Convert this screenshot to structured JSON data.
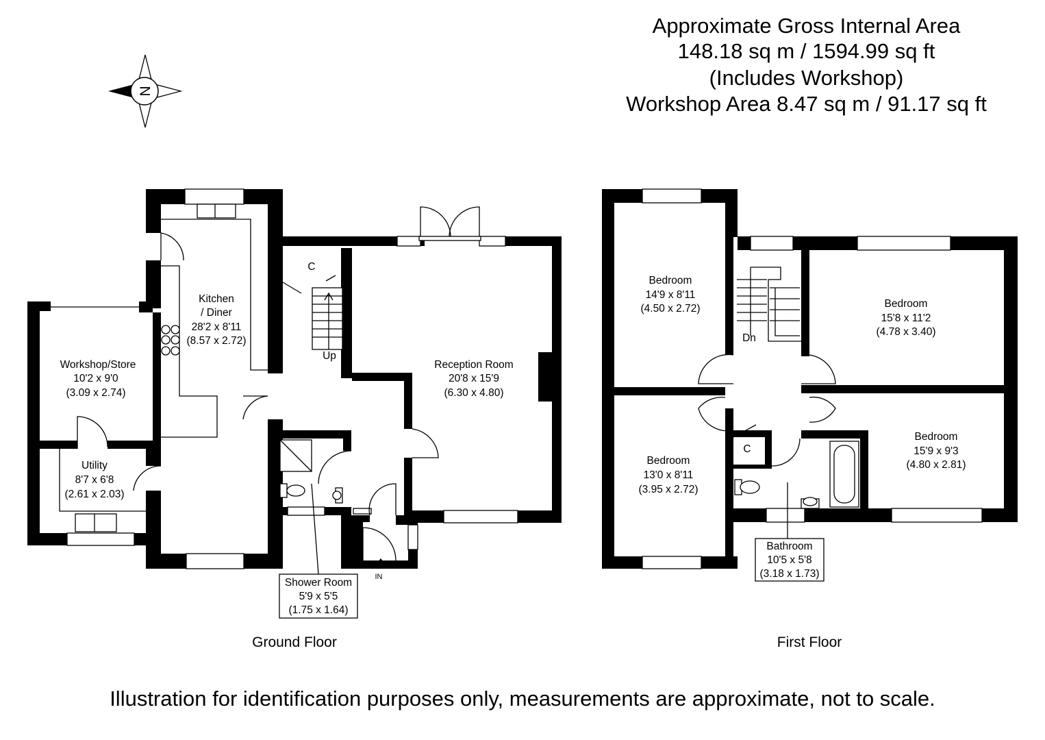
{
  "area_summary": {
    "line1": "Approximate Gross Internal Area",
    "line2": "148.18 sq m / 1594.99 sq ft",
    "line3": "(Includes Workshop)",
    "line4": "Workshop Area 8.47 sq m / 91.17 sq ft"
  },
  "compass": {
    "label": "N"
  },
  "ground_floor": {
    "title": "Ground Floor",
    "entrance": "IN",
    "stairs": "Up",
    "cupboard": "C",
    "rooms": {
      "kitchen": {
        "name1": "Kitchen",
        "name2": "/ Diner",
        "imperial": "28'2 x 8'11",
        "metric": "(8.57 x 2.72)"
      },
      "workshop": {
        "name": "Workshop/Store",
        "imperial": "10'2 x 9'0",
        "metric": "(3.09 x 2.74)"
      },
      "utility": {
        "name": "Utility",
        "imperial": "8'7 x 6'8",
        "metric": "(2.61 x 2.03)"
      },
      "reception": {
        "name": "Reception Room",
        "imperial": "20'8 x 15'9",
        "metric": "(6.30 x 4.80)"
      },
      "shower": {
        "name": "Shower Room",
        "imperial": "5'9 x 5'5",
        "metric": "(1.75 x 1.64)"
      }
    }
  },
  "first_floor": {
    "title": "First Floor",
    "stairs": "Dn",
    "cupboard": "C",
    "rooms": {
      "bedroom1": {
        "name": "Bedroom",
        "imperial": "14'9 x 8'11",
        "metric": "(4.50 x 2.72)"
      },
      "bedroom2": {
        "name": "Bedroom",
        "imperial": "15'8 x 11'2",
        "metric": "(4.78 x 3.40)"
      },
      "bedroom3": {
        "name": "Bedroom",
        "imperial": "13'0 x 8'11",
        "metric": "(3.95 x 2.72)"
      },
      "bedroom4": {
        "name": "Bedroom",
        "imperial": "15'9 x 9'3",
        "metric": "(4.80 x 2.81)"
      },
      "bathroom": {
        "name": "Bathroom",
        "imperial": "10'5 x 5'8",
        "metric": "(3.18 x 1.73)"
      }
    }
  },
  "disclaimer": "Illustration for identification purposes only, measurements are approximate, not to scale."
}
